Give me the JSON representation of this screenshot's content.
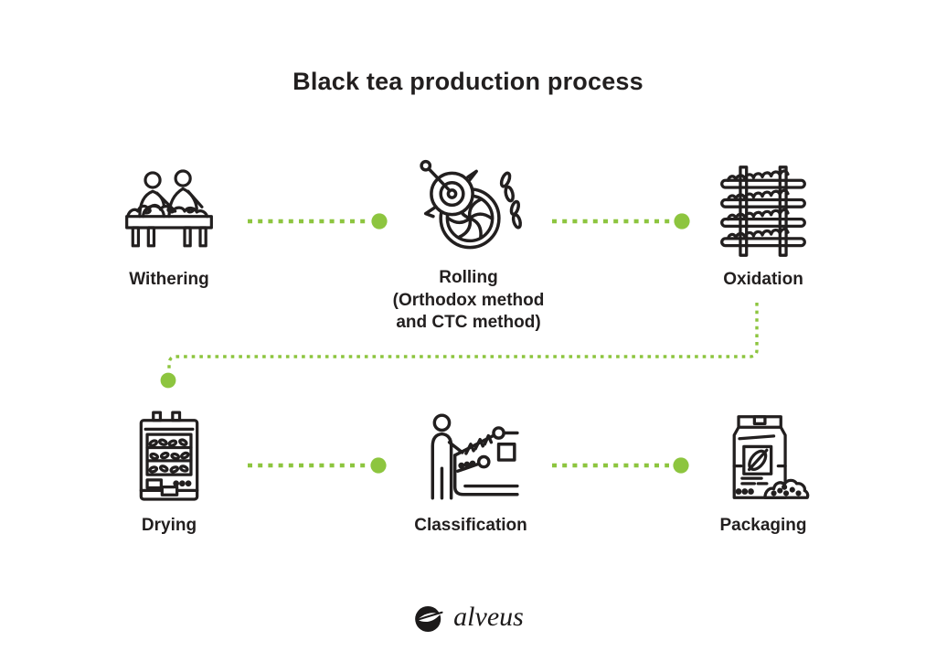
{
  "title": "Black tea production process",
  "colors": {
    "accent_green": "#8dc53f",
    "ink": "#221f1f"
  },
  "flow_order": [
    "Withering",
    "Rolling",
    "Oxidation",
    "Drying",
    "Classification",
    "Packaging"
  ],
  "stages": [
    {
      "label": "Withering",
      "icon": "withering-table-icon"
    },
    {
      "label": "Rolling",
      "method_line_1": "(Orthodox method",
      "method_line_2": "and CTC method)",
      "icon": "rolling-machine-icon"
    },
    {
      "label": "Oxidation",
      "icon": "oxidation-rack-icon"
    },
    {
      "label": "Drying",
      "icon": "drying-oven-icon"
    },
    {
      "label": "Classification",
      "icon": "classification-sorter-icon"
    },
    {
      "label": "Packaging",
      "icon": "packaging-bag-icon"
    }
  ],
  "footer": {
    "brand": "alveus",
    "logo_icon": "alveus-leaf-logo-icon"
  }
}
